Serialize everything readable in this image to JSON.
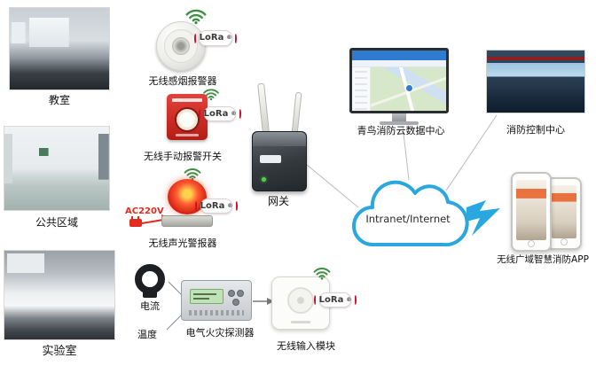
{
  "badges": {
    "lora": "LoRa",
    "reg": "®"
  },
  "colors": {
    "cloud_blue": "#2aa7df",
    "alert_red": "#d6281e",
    "lora_red": "#c8102e",
    "wifi_green": "#3e8e41"
  },
  "locations": [
    {
      "label": "教室"
    },
    {
      "label": "公共区域"
    },
    {
      "label": "实验室"
    }
  ],
  "devices": {
    "smoke_detector": {
      "label": "无线感烟报警器"
    },
    "manual_switch": {
      "label": "无线手动报警开关"
    },
    "sound_light_alarm": {
      "label": "无线声光警报器",
      "power": "AC220V"
    },
    "electrical_fire_detector": {
      "label": "电气火灾探测器",
      "current": "电流",
      "temperature": "温度"
    },
    "input_module": {
      "label": "无线输入模块"
    },
    "gateway": {
      "label": "网关"
    }
  },
  "network": {
    "cloud_label": "Intranet/Internet"
  },
  "endpoints": {
    "cloud_datacenter": {
      "label": "青鸟消防云数据中心"
    },
    "control_center": {
      "label": "消防控制中心"
    },
    "app": {
      "label": "无线广域智慧消防APP"
    }
  }
}
